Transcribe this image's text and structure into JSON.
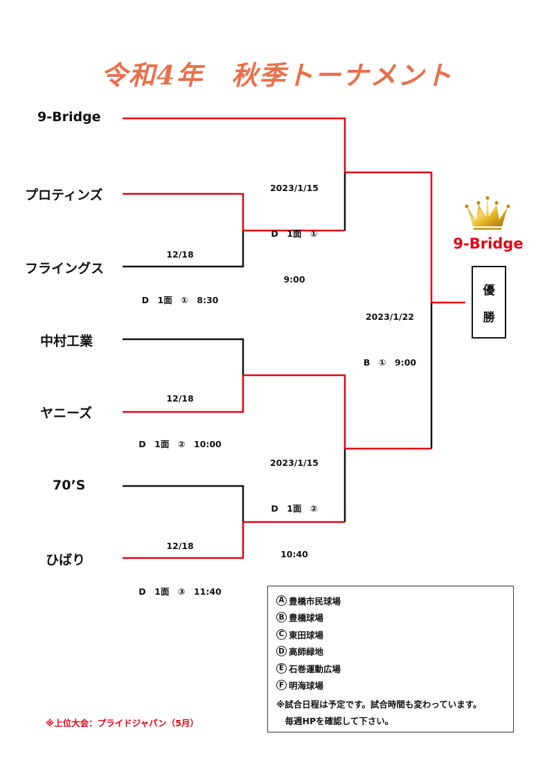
{
  "title": "令和4年　秋季トーナメント",
  "colors": {
    "title": "#e8704a",
    "winner_line": "#e60012",
    "loser_line": "#111111",
    "winner_text": "#e60012",
    "crown": "#d4a017"
  },
  "teams": [
    {
      "name": "9-Bridge"
    },
    {
      "name": "プロティンズ"
    },
    {
      "name": "フライングス"
    },
    {
      "name": "中村工業"
    },
    {
      "name": "ヤニーズ"
    },
    {
      "name": "70’S"
    },
    {
      "name": "ひばり"
    }
  ],
  "matches": {
    "r1_a": {
      "line1": "12/18",
      "line2": "D　1面　①　8:30"
    },
    "r1_b": {
      "line1": "12/18",
      "line2": "D　1面　②　10:00"
    },
    "r1_c": {
      "line1": "12/18",
      "line2": "D　1面　③　11:40"
    },
    "semi_1": {
      "line1": "2023/1/15",
      "line2": "D　1面　①",
      "line3": "9:00"
    },
    "semi_2": {
      "line1": "2023/1/15",
      "line2": "D　1面　②",
      "line3": "10:40"
    },
    "final": {
      "line1": "2023/1/22",
      "line2": "B　①　9:00"
    }
  },
  "champion": {
    "name": "9-Bridge",
    "label_1": "優",
    "label_2": "勝",
    "icon": "crown-icon"
  },
  "legend": {
    "venues": [
      {
        "letter": "A",
        "name": "豊橋市民球場"
      },
      {
        "letter": "B",
        "name": "豊橋球場"
      },
      {
        "letter": "C",
        "name": "東田球場"
      },
      {
        "letter": "D",
        "name": "高師緑地"
      },
      {
        "letter": "E",
        "name": "石巻運動広場"
      },
      {
        "letter": "F",
        "name": "明海球場"
      }
    ],
    "note_line1": "※試合日程は予定です。試合時間も変わっています。",
    "note_line2": "　毎週HPを確認して下さい。"
  },
  "footnote": "※上位大会：プライドジャパン（5月）"
}
